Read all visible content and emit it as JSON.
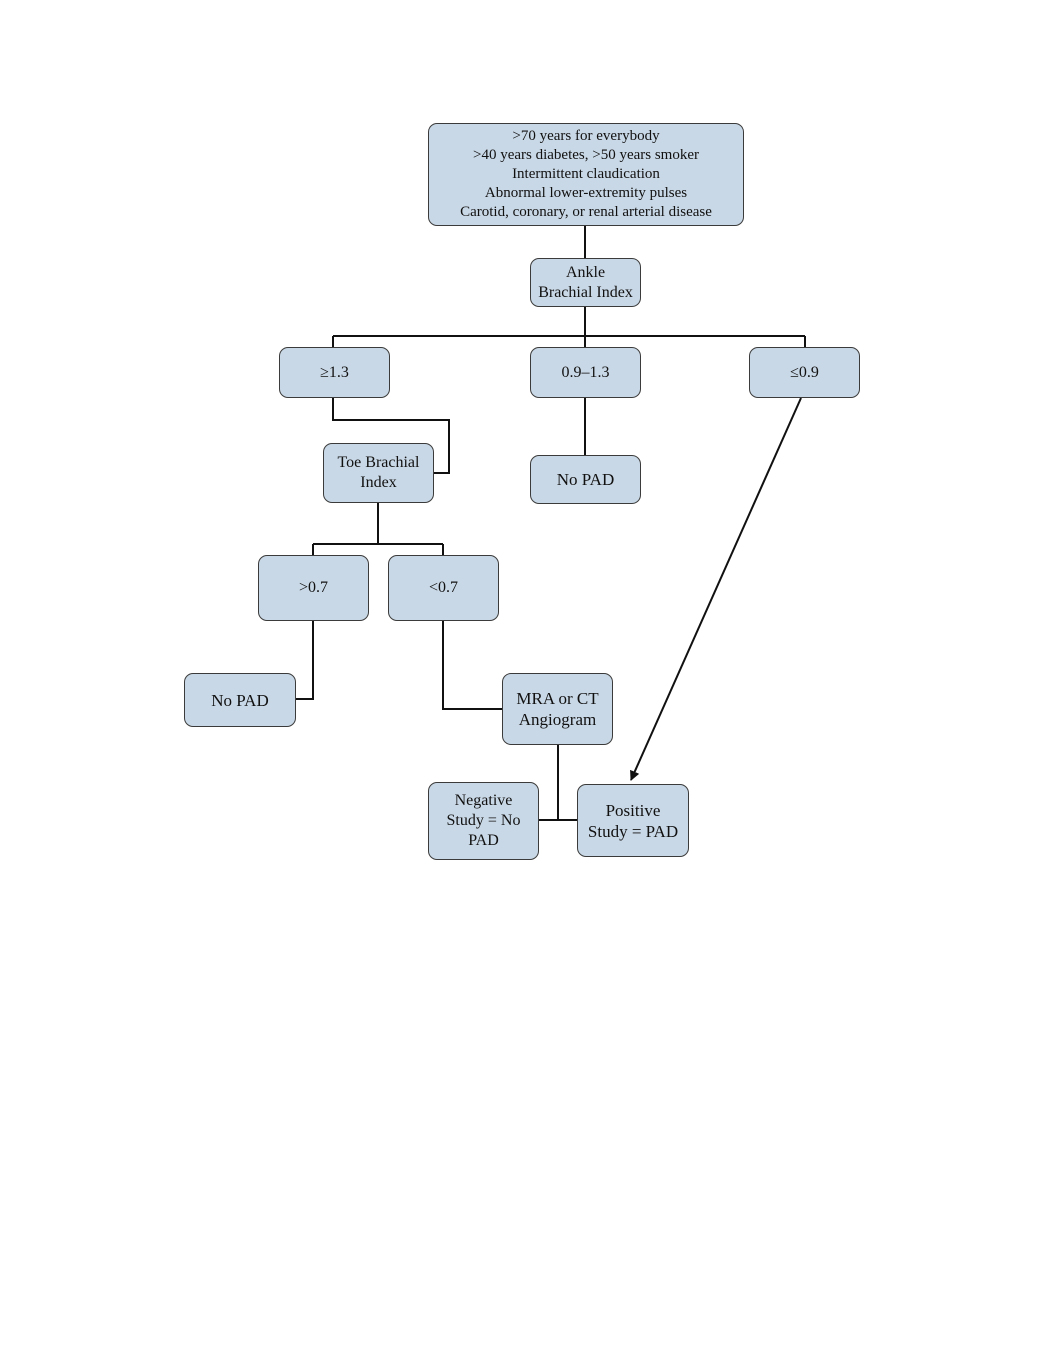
{
  "nodes": {
    "screening": {
      "lines": [
        ">70 years for everybody",
        ">40 years diabetes, >50 years smoker",
        "Intermittent claudication",
        "Abnormal lower-extremity pulses",
        "Carotid, coronary, or renal arterial disease"
      ]
    },
    "abi": {
      "lines": [
        "Ankle",
        "Brachial Index"
      ]
    },
    "abi_high": {
      "label": "≥1.3"
    },
    "abi_normal": {
      "label": "0.9–1.3"
    },
    "abi_low": {
      "label": "≤0.9"
    },
    "no_pad_mid": {
      "label": "No PAD"
    },
    "tbi": {
      "lines": [
        "Toe Brachial",
        "Index"
      ]
    },
    "tbi_high": {
      "label": ">0.7"
    },
    "tbi_low": {
      "label": "<0.7"
    },
    "no_pad_left": {
      "label": "No PAD"
    },
    "angiogram": {
      "lines": [
        "MRA or CT",
        "Angiogram"
      ]
    },
    "negative": {
      "lines": [
        "Negative",
        "Study = No",
        "PAD"
      ]
    },
    "positive": {
      "lines": [
        "Positive",
        "Study = PAD"
      ]
    }
  },
  "colors": {
    "box_fill": "#c9d8e6",
    "box_border": "#3b3b3b",
    "connector": "#111111"
  }
}
